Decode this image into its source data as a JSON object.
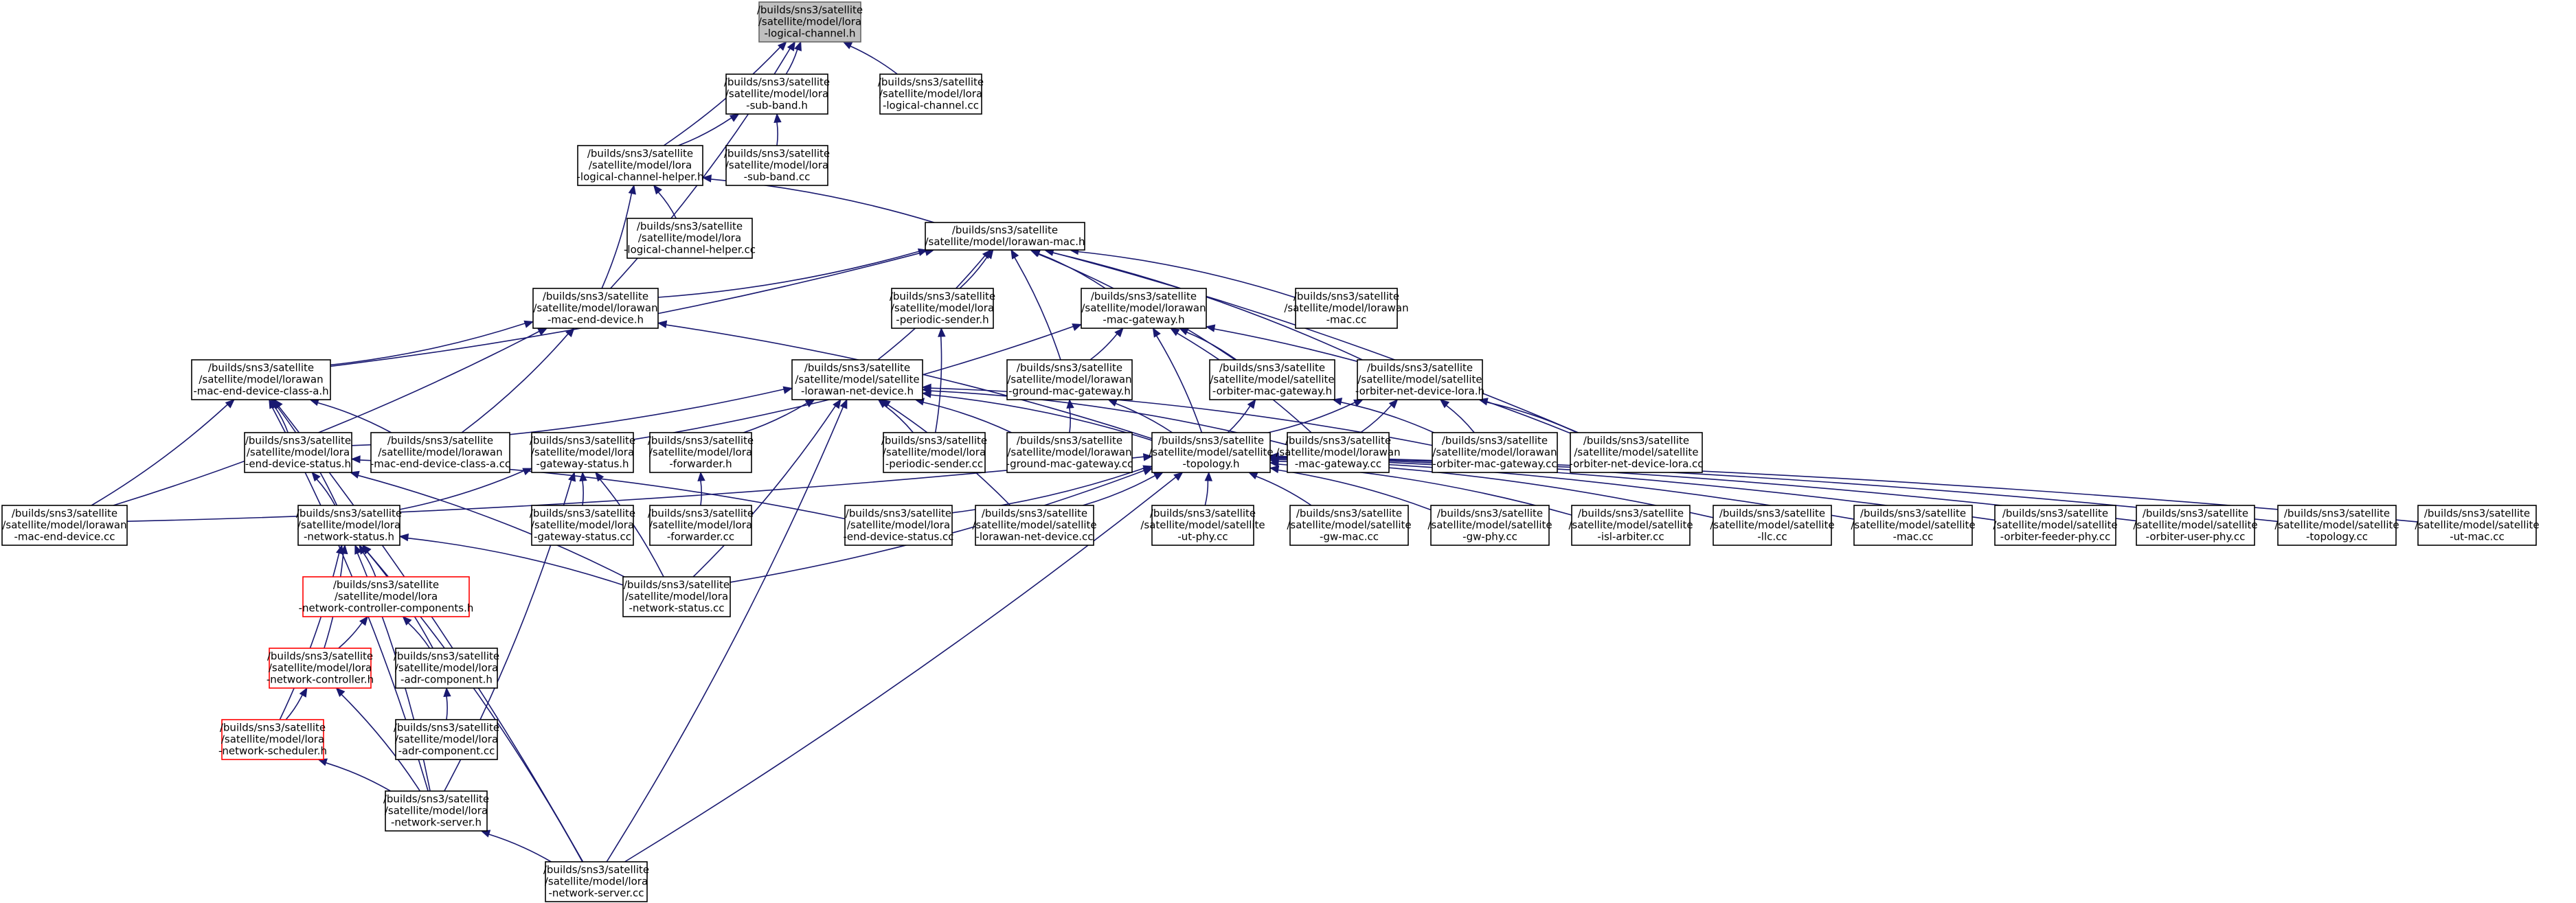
{
  "graph": {
    "nodes": [
      {
        "id": "root",
        "lines": [
          "/builds/sns3/satellite",
          "/satellite/model/lora",
          "-logical-channel.h"
        ],
        "style": "root"
      },
      {
        "id": "subband_h",
        "lines": [
          "/builds/sns3/satellite",
          "/satellite/model/lora",
          "-sub-band.h"
        ]
      },
      {
        "id": "lc_cc",
        "lines": [
          "/builds/sns3/satellite",
          "/satellite/model/lora",
          "-logical-channel.cc"
        ]
      },
      {
        "id": "lch_h",
        "lines": [
          "/builds/sns3/satellite",
          "/satellite/model/lora",
          "-logical-channel-helper.h"
        ]
      },
      {
        "id": "subband_cc",
        "lines": [
          "/builds/sns3/satellite",
          "/satellite/model/lora",
          "-sub-band.cc"
        ]
      },
      {
        "id": "lch_cc",
        "lines": [
          "/builds/sns3/satellite",
          "/satellite/model/lora",
          "-logical-channel-helper.cc"
        ]
      },
      {
        "id": "mac_h",
        "lines": [
          "/builds/sns3/satellite",
          "/satellite/model/lorawan-mac.h"
        ]
      },
      {
        "id": "med_h",
        "lines": [
          "/builds/sns3/satellite",
          "/satellite/model/lorawan",
          "-mac-end-device.h"
        ]
      },
      {
        "id": "ps_h",
        "lines": [
          "/builds/sns3/satellite",
          "/satellite/model/lora",
          "-periodic-sender.h"
        ]
      },
      {
        "id": "mg_h",
        "lines": [
          "/builds/sns3/satellite",
          "/satellite/model/lorawan",
          "-mac-gateway.h"
        ]
      },
      {
        "id": "mac_cc",
        "lines": [
          "/builds/sns3/satellite",
          "/satellite/model/lorawan",
          "-mac.cc"
        ]
      },
      {
        "id": "meda_h",
        "lines": [
          "/builds/sns3/satellite",
          "/satellite/model/lorawan",
          "-mac-end-device-class-a.h"
        ]
      },
      {
        "id": "lnd_h",
        "lines": [
          "/builds/sns3/satellite",
          "/satellite/model/satellite",
          "-lorawan-net-device.h"
        ]
      },
      {
        "id": "gmg_h",
        "lines": [
          "/builds/sns3/satellite",
          "/satellite/model/lorawan",
          "-ground-mac-gateway.h"
        ]
      },
      {
        "id": "omg_h",
        "lines": [
          "/builds/sns3/satellite",
          "/satellite/model/satellite",
          "-orbiter-mac-gateway.h"
        ]
      },
      {
        "id": "ondl_h",
        "lines": [
          "/builds/sns3/satellite",
          "/satellite/model/satellite",
          "-orbiter-net-device-lora.h"
        ]
      },
      {
        "id": "eds_h",
        "lines": [
          "/builds/sns3/satellite",
          "/satellite/model/lora",
          "-end-device-status.h"
        ]
      },
      {
        "id": "meda_cc",
        "lines": [
          "/builds/sns3/satellite",
          "/satellite/model/lorawan",
          "-mac-end-device-class-a.cc"
        ]
      },
      {
        "id": "gs_h",
        "lines": [
          "/builds/sns3/satellite",
          "/satellite/model/lora",
          "-gateway-status.h"
        ]
      },
      {
        "id": "fwd_h",
        "lines": [
          "/builds/sns3/satellite",
          "/satellite/model/lora",
          "-forwarder.h"
        ]
      },
      {
        "id": "ps_cc",
        "lines": [
          "/builds/sns3/satellite",
          "/satellite/model/lora",
          "-periodic-sender.cc"
        ]
      },
      {
        "id": "gmg_cc",
        "lines": [
          "/builds/sns3/satellite",
          "/satellite/model/lorawan",
          "-ground-mac-gateway.cc"
        ]
      },
      {
        "id": "topo_h",
        "lines": [
          "/builds/sns3/satellite",
          "/satellite/model/satellite",
          "-topology.h"
        ]
      },
      {
        "id": "mg_cc",
        "lines": [
          "/builds/sns3/satellite",
          "/satellite/model/lorawan",
          "-mac-gateway.cc"
        ]
      },
      {
        "id": "omg_cc",
        "lines": [
          "/builds/sns3/satellite",
          "/satellite/model/lorawan",
          "-orbiter-mac-gateway.cc"
        ]
      },
      {
        "id": "ondl_cc",
        "lines": [
          "/builds/sns3/satellite",
          "/satellite/model/satellite",
          "-orbiter-net-device-lora.cc"
        ]
      },
      {
        "id": "med_cc",
        "lines": [
          "/builds/sns3/satellite",
          "/satellite/model/lorawan",
          "-mac-end-device.cc"
        ]
      },
      {
        "id": "ns_h",
        "lines": [
          "/builds/sns3/satellite",
          "/satellite/model/lora",
          "-network-status.h"
        ]
      },
      {
        "id": "gs_cc",
        "lines": [
          "/builds/sns3/satellite",
          "/satellite/model/lora",
          "-gateway-status.cc"
        ]
      },
      {
        "id": "fwd_cc",
        "lines": [
          "/builds/sns3/satellite",
          "/satellite/model/lora",
          "-forwarder.cc"
        ]
      },
      {
        "id": "eds_cc",
        "lines": [
          "/builds/sns3/satellite",
          "/satellite/model/lora",
          "-end-device-status.cc"
        ]
      },
      {
        "id": "lnd_cc",
        "lines": [
          "/builds/sns3/satellite",
          "/satellite/model/satellite",
          "-lorawan-net-device.cc"
        ]
      },
      {
        "id": "utphy_cc",
        "lines": [
          "/builds/sns3/satellite",
          "/satellite/model/satellite",
          "-ut-phy.cc"
        ]
      },
      {
        "id": "gwmac_cc",
        "lines": [
          "/builds/sns3/satellite",
          "/satellite/model/satellite",
          "-gw-mac.cc"
        ]
      },
      {
        "id": "gwphy_cc",
        "lines": [
          "/builds/sns3/satellite",
          "/satellite/model/satellite",
          "-gw-phy.cc"
        ]
      },
      {
        "id": "isl_cc",
        "lines": [
          "/builds/sns3/satellite",
          "/satellite/model/satellite",
          "-isl-arbiter.cc"
        ]
      },
      {
        "id": "llc_cc",
        "lines": [
          "/builds/sns3/satellite",
          "/satellite/model/satellite",
          "-llc.cc"
        ]
      },
      {
        "id": "smac_cc",
        "lines": [
          "/builds/sns3/satellite",
          "/satellite/model/satellite",
          "-mac.cc"
        ]
      },
      {
        "id": "ofp_cc",
        "lines": [
          "/builds/sns3/satellite",
          "/satellite/model/satellite",
          "-orbiter-feeder-phy.cc"
        ]
      },
      {
        "id": "oup_cc",
        "lines": [
          "/builds/sns3/satellite",
          "/satellite/model/satellite",
          "-orbiter-user-phy.cc"
        ]
      },
      {
        "id": "topo_cc",
        "lines": [
          "/builds/sns3/satellite",
          "/satellite/model/satellite",
          "-topology.cc"
        ]
      },
      {
        "id": "utmac_cc",
        "lines": [
          "/builds/sns3/satellite",
          "/satellite/model/satellite",
          "-ut-mac.cc"
        ]
      },
      {
        "id": "ncc_h",
        "lines": [
          "/builds/sns3/satellite",
          "/satellite/model/lora",
          "-network-controller-components.h"
        ],
        "style": "red"
      },
      {
        "id": "ns_cc",
        "lines": [
          "/builds/sns3/satellite",
          "/satellite/model/lora",
          "-network-status.cc"
        ]
      },
      {
        "id": "nc_h",
        "lines": [
          "/builds/sns3/satellite",
          "/satellite/model/lora",
          "-network-controller.h"
        ],
        "style": "red"
      },
      {
        "id": "adr_h",
        "lines": [
          "/builds/sns3/satellite",
          "/satellite/model/lora",
          "-adr-component.h"
        ]
      },
      {
        "id": "nsch_h",
        "lines": [
          "/builds/sns3/satellite",
          "/satellite/model/lora",
          "-network-scheduler.h"
        ],
        "style": "red"
      },
      {
        "id": "adr_cc",
        "lines": [
          "/builds/sns3/satellite",
          "/satellite/model/lora",
          "-adr-component.cc"
        ]
      },
      {
        "id": "nsrv_h",
        "lines": [
          "/builds/sns3/satellite",
          "/satellite/model/lora",
          "-network-server.h"
        ]
      },
      {
        "id": "nsrv_cc",
        "lines": [
          "/builds/sns3/satellite",
          "/satellite/model/lora",
          "-network-server.cc"
        ]
      }
    ],
    "edges": [
      [
        "subband_h",
        "root"
      ],
      [
        "lc_cc",
        "root"
      ],
      [
        "lch_h",
        "root"
      ],
      [
        "med_h",
        "root"
      ],
      [
        "subband_cc",
        "subband_h"
      ],
      [
        "lch_h",
        "subband_h"
      ],
      [
        "lch_cc",
        "lch_h"
      ],
      [
        "mac_h",
        "lch_h"
      ],
      [
        "med_h",
        "lch_h"
      ],
      [
        "med_h",
        "mac_h"
      ],
      [
        "ps_h",
        "mac_h"
      ],
      [
        "mg_h",
        "mac_h"
      ],
      [
        "mac_cc",
        "mac_h"
      ],
      [
        "meda_h",
        "mac_h"
      ],
      [
        "lnd_h",
        "mac_h"
      ],
      [
        "gmg_h",
        "mac_h"
      ],
      [
        "omg_h",
        "mac_h"
      ],
      [
        "ondl_h",
        "mac_h"
      ],
      [
        "ondl_cc",
        "mac_h"
      ],
      [
        "meda_h",
        "med_h"
      ],
      [
        "meda_cc",
        "med_h"
      ],
      [
        "med_cc",
        "med_h"
      ],
      [
        "topo_h",
        "med_h"
      ],
      [
        "ps_cc",
        "ps_h"
      ],
      [
        "gmg_h",
        "mg_h"
      ],
      [
        "omg_h",
        "mg_h"
      ],
      [
        "topo_h",
        "mg_h"
      ],
      [
        "mg_cc",
        "mg_h"
      ],
      [
        "ondl_cc",
        "mg_h"
      ],
      [
        "gs_h",
        "mg_h"
      ],
      [
        "meda_cc",
        "meda_h"
      ],
      [
        "med_cc",
        "meda_h"
      ],
      [
        "eds_h",
        "meda_h"
      ],
      [
        "ns_h",
        "meda_h"
      ],
      [
        "nsrv_h",
        "meda_h"
      ],
      [
        "nsrv_cc",
        "meda_h"
      ],
      [
        "eds_h",
        "lnd_h"
      ],
      [
        "fwd_h",
        "lnd_h"
      ],
      [
        "ps_cc",
        "lnd_h"
      ],
      [
        "gmg_cc",
        "lnd_h"
      ],
      [
        "topo_h",
        "lnd_h"
      ],
      [
        "mg_cc",
        "lnd_h"
      ],
      [
        "omg_cc",
        "lnd_h"
      ],
      [
        "lnd_cc",
        "lnd_h"
      ],
      [
        "ns_cc",
        "lnd_h"
      ],
      [
        "nsrv_cc",
        "lnd_h"
      ],
      [
        "gmg_cc",
        "gmg_h"
      ],
      [
        "topo_h",
        "gmg_h"
      ],
      [
        "omg_cc",
        "omg_h"
      ],
      [
        "topo_h",
        "omg_h"
      ],
      [
        "topo_h",
        "ondl_h"
      ],
      [
        "mg_cc",
        "ondl_h"
      ],
      [
        "omg_cc",
        "ondl_h"
      ],
      [
        "ondl_cc",
        "ondl_h"
      ],
      [
        "ns_h",
        "eds_h"
      ],
      [
        "eds_cc",
        "eds_h"
      ],
      [
        "ns_cc",
        "eds_h"
      ],
      [
        "ns_h",
        "gs_h"
      ],
      [
        "gs_cc",
        "gs_h"
      ],
      [
        "ns_cc",
        "gs_h"
      ],
      [
        "nsrv_h",
        "gs_h"
      ],
      [
        "fwd_cc",
        "fwd_h"
      ],
      [
        "med_cc",
        "topo_h"
      ],
      [
        "eds_cc",
        "topo_h"
      ],
      [
        "lnd_cc",
        "topo_h"
      ],
      [
        "utphy_cc",
        "topo_h"
      ],
      [
        "gwmac_cc",
        "topo_h"
      ],
      [
        "gwphy_cc",
        "topo_h"
      ],
      [
        "isl_cc",
        "topo_h"
      ],
      [
        "llc_cc",
        "topo_h"
      ],
      [
        "smac_cc",
        "topo_h"
      ],
      [
        "ofp_cc",
        "topo_h"
      ],
      [
        "oup_cc",
        "topo_h"
      ],
      [
        "topo_cc",
        "topo_h"
      ],
      [
        "utmac_cc",
        "topo_h"
      ],
      [
        "ns_cc",
        "topo_h"
      ],
      [
        "nsrv_cc",
        "topo_h"
      ],
      [
        "ncc_h",
        "ns_h"
      ],
      [
        "nc_h",
        "ns_h"
      ],
      [
        "adr_h",
        "ns_h"
      ],
      [
        "nsch_h",
        "ns_h"
      ],
      [
        "nsrv_h",
        "ns_h"
      ],
      [
        "ns_cc",
        "ns_h"
      ],
      [
        "nsrv_cc",
        "ns_h"
      ],
      [
        "nc_h",
        "ncc_h"
      ],
      [
        "adr_h",
        "ncc_h"
      ],
      [
        "nsch_h",
        "nc_h"
      ],
      [
        "nsrv_h",
        "nc_h"
      ],
      [
        "adr_cc",
        "adr_h"
      ],
      [
        "nsrv_h",
        "nsch_h"
      ],
      [
        "nsrv_cc",
        "nsrv_h"
      ]
    ]
  }
}
